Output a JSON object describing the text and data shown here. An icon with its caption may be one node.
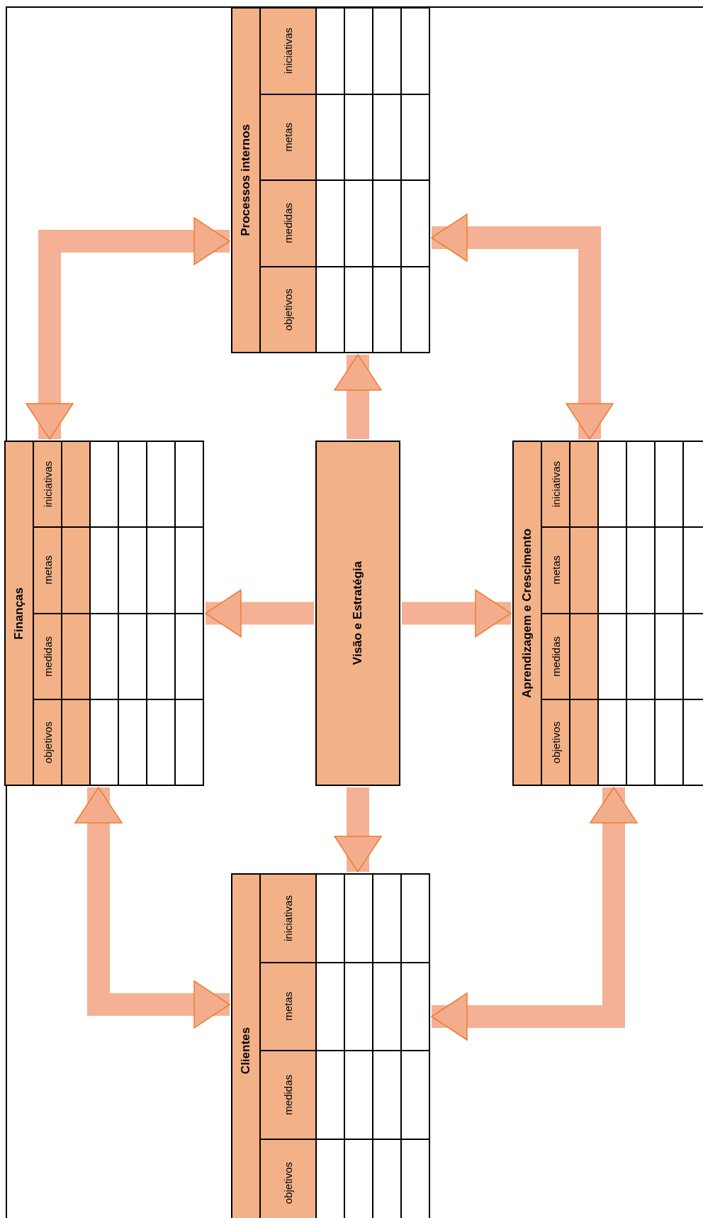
{
  "diagram": {
    "nodes": [
      {
        "text": [
          "Processos internos",
          "objetivos",
          "medidas",
          "metas",
          "iniciativas"
        ]
      },
      {
        "text": [
          "Finanças",
          "objetivos",
          "medidas",
          "metas",
          "iniciativas"
        ]
      },
      {
        "text": [
          "Visão e Estratégia"
        ]
      },
      {
        "text": [
          "Aprendizagem e Crescimento",
          "objetivos",
          "medidas",
          "metas",
          "iniciativas"
        ]
      },
      {
        "text": [
          "Clientes",
          "objetivos",
          "medidas",
          "metas",
          "iniciativas"
        ]
      }
    ],
    "edges": [
      {
        "from": 2,
        "to": 0,
        "arrow": "to"
      },
      {
        "from": 2,
        "to": 1,
        "arrow": "to"
      },
      {
        "from": 2,
        "to": 3,
        "arrow": "to"
      },
      {
        "from": 2,
        "to": 4,
        "arrow": "to"
      },
      {
        "from": 1,
        "to": 0,
        "arrow": "both"
      },
      {
        "from": 0,
        "to": 3,
        "arrow": "both"
      },
      {
        "from": 1,
        "to": 4,
        "arrow": "both"
      },
      {
        "from": 3,
        "to": 4,
        "arrow": "both"
      }
    ]
  }
}
